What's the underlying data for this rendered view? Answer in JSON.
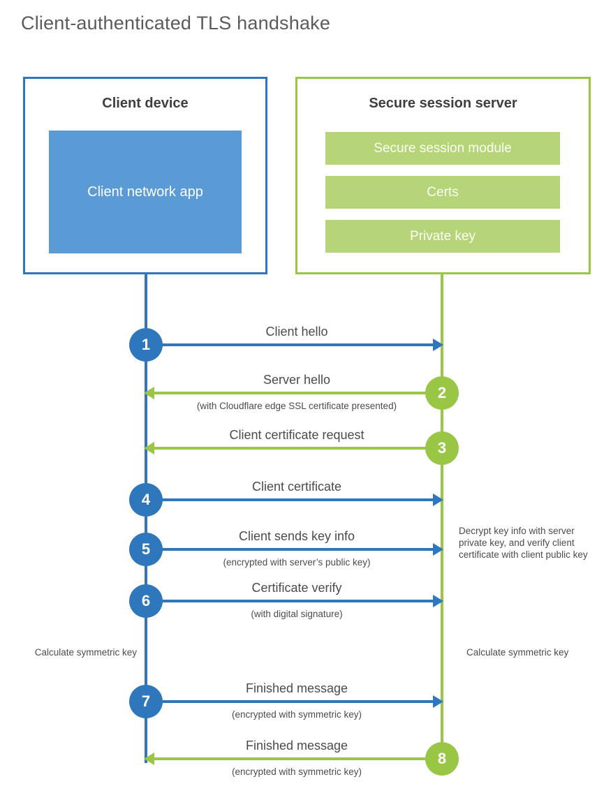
{
  "title": "Client-authenticated TLS handshake",
  "colors": {
    "blue": "#2e77bc",
    "blue_fill": "#5b9bd5",
    "green": "#9ac646",
    "green_fill": "#b5d578",
    "heading_text": "#3e3e40",
    "label_text": "#4b4b4d",
    "title_text": "#5a5b5d"
  },
  "client_box": {
    "title": "Client device",
    "app_label": "Client network app"
  },
  "server_box": {
    "title": "Secure session server",
    "modules": [
      {
        "label": "Secure session module"
      },
      {
        "label": "Certs"
      },
      {
        "label": "Private key"
      }
    ]
  },
  "steps": [
    {
      "num": "1",
      "direction": "client-to-server",
      "color": "blue",
      "label": "Client hello",
      "sub": ""
    },
    {
      "num": "2",
      "direction": "server-to-client",
      "color": "green",
      "label": "Server hello",
      "sub": "(with Cloudflare edge SSL certificate presented)"
    },
    {
      "num": "3",
      "direction": "server-to-client",
      "color": "green",
      "label": "Client certificate request",
      "sub": ""
    },
    {
      "num": "4",
      "direction": "client-to-server",
      "color": "blue",
      "label": "Client certificate",
      "sub": ""
    },
    {
      "num": "5",
      "direction": "client-to-server",
      "color": "blue",
      "label": "Client sends key info",
      "sub": "(encrypted with server’s public key)"
    },
    {
      "num": "6",
      "direction": "client-to-server",
      "color": "blue",
      "label": "Certificate verify",
      "sub": "(with digital signature)"
    },
    {
      "num": "7",
      "direction": "client-to-server",
      "color": "blue",
      "label": "Finished message",
      "sub": "(encrypted with symmetric key)"
    },
    {
      "num": "8",
      "direction": "server-to-client",
      "color": "green",
      "label": "Finished message",
      "sub": "(encrypted with symmetric key)"
    }
  ],
  "annotations": {
    "decrypt_note": "Decrypt key info with server private key, and verify client certificate with client public key",
    "calc_left": "Calculate symmetric key",
    "calc_right": "Calculate symmetric key"
  }
}
